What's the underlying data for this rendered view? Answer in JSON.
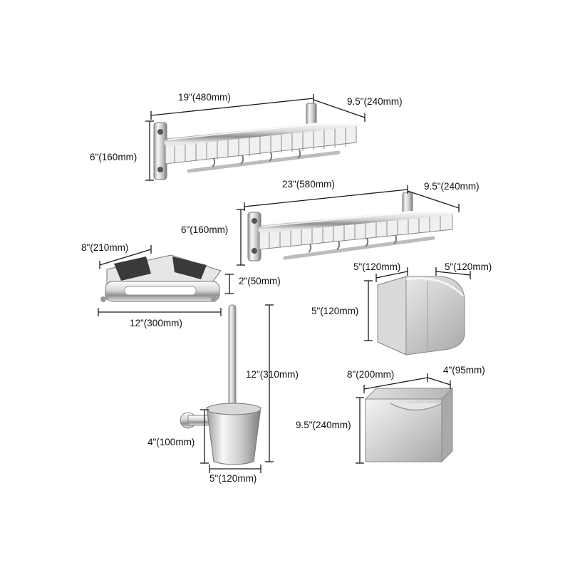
{
  "dimensions": {
    "shelf_small_length": "19\"(480mm)",
    "shelf_small_depth": "9.5\"(240mm)",
    "shelf_small_height": "6\"(160mm)",
    "shelf_large_length": "23\"(580mm)",
    "shelf_large_depth": "9.5\"(240mm)",
    "shelf_large_height": "6\"(160mm)",
    "corner_basket_side": "8\"(210mm)",
    "corner_basket_height": "2\"(50mm)",
    "corner_basket_width": "12\"(300mm)",
    "roll_holder_width": "5\"(120mm)",
    "roll_holder_depth": "5\"(120mm)",
    "roll_holder_height": "5\"(120mm)",
    "brush_height": "12\"(310mm)",
    "brush_cup_height": "4\"(100mm)",
    "brush_cup_width": "5\"(120mm)",
    "tissue_box_width": "8\"(200mm)",
    "tissue_box_depth": "4\"(95mm)",
    "tissue_box_height": "9.5\"(240mm)"
  },
  "colors": {
    "dimension_line": "#1a1a1a",
    "chrome_light": "#f2f2f2",
    "chrome_mid": "#c8c8c8",
    "chrome_dark": "#8a8a8a"
  }
}
